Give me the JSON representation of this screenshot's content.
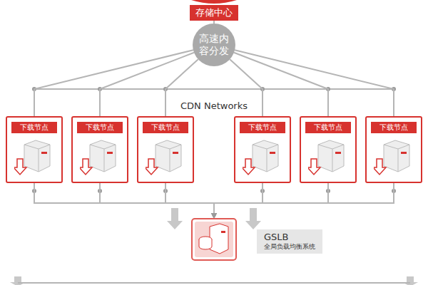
{
  "diagram": {
    "nodes": [
      {
        "text": [
          "存储中心"
        ]
      },
      {
        "text": [
          "高速内容分发"
        ]
      },
      {
        "text": [
          "下载节点"
        ]
      },
      {
        "text": [
          "下载节点"
        ]
      },
      {
        "text": [
          "下载节点"
        ]
      },
      {
        "text": [
          "下载节点"
        ]
      },
      {
        "text": [
          "下载节点"
        ]
      },
      {
        "text": [
          "下载节点"
        ]
      },
      {
        "text": [
          "GSLB",
          "全局负载均衡系统"
        ]
      }
    ],
    "edges": [
      {
        "from": 0,
        "to": 1,
        "arrow": "none"
      },
      {
        "from": 1,
        "to": 2,
        "arrow": "none"
      },
      {
        "from": 1,
        "to": 3,
        "arrow": "none"
      },
      {
        "from": 1,
        "to": 4,
        "arrow": "none"
      },
      {
        "from": 1,
        "to": 5,
        "arrow": "none"
      },
      {
        "from": 1,
        "to": 6,
        "arrow": "none"
      },
      {
        "from": 1,
        "to": 7,
        "arrow": "none"
      },
      {
        "from": 2,
        "to": 8,
        "arrow": "to"
      },
      {
        "from": 3,
        "to": 8,
        "arrow": "to"
      },
      {
        "from": 4,
        "to": 8,
        "arrow": "to"
      },
      {
        "from": 5,
        "to": 8,
        "arrow": "to"
      },
      {
        "from": 6,
        "to": 8,
        "arrow": "to"
      },
      {
        "from": 7,
        "to": 8,
        "arrow": "to"
      }
    ],
    "labels": [
      "CDN Networks"
    ]
  }
}
